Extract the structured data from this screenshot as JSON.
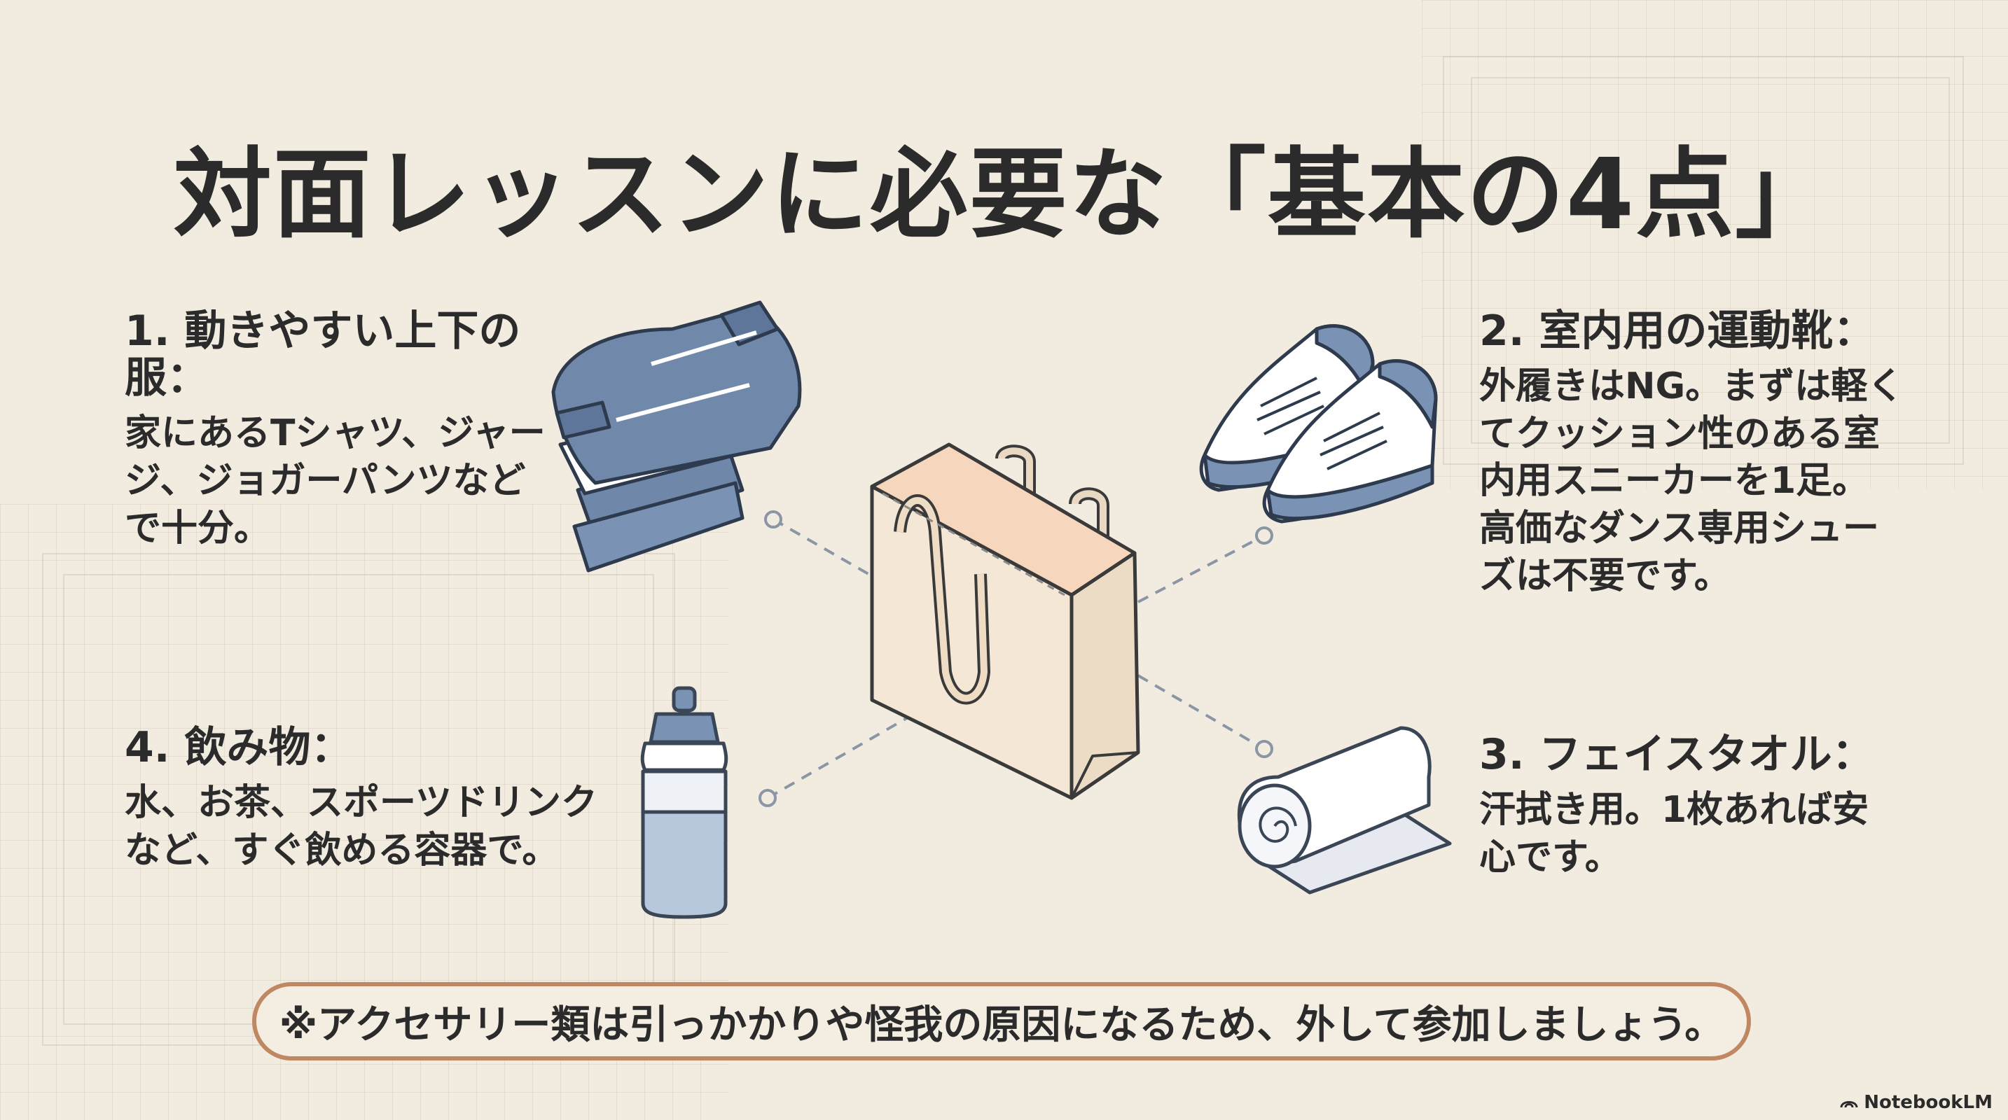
{
  "title": "対面レッスンに必要な「基本の4点」",
  "items": [
    {
      "heading": "1. 動きやすい上下の服：",
      "body": "家にあるTシャツ、ジャー\nジ、ジョガーパンツなど\nで十分。"
    },
    {
      "heading": "2. 室内用の運動靴：",
      "body": "外履きはNG。まずは軽く\nてクッション性のある室\n内用スニーカーを1足。\n高価なダンス専用シュー\nズは不要です。"
    },
    {
      "heading": "3. フェイスタオル：",
      "body": "汗拭き用。1枚あれば安\n心です。"
    },
    {
      "heading": "4. 飲み物：",
      "body": "水、お茶、スポーツドリンク\nなど、すぐ飲める容器で。"
    }
  ],
  "note": "※アクセサリー類は引っかかりや怪我の原因になるため、外して参加しましょう。",
  "brand": "NotebookLM",
  "icons": {
    "clothes": "clothes-icon",
    "bag": "tote-bag-icon",
    "shoes": "shoes-icon",
    "towel": "towel-icon",
    "bottle": "water-bottle-icon"
  },
  "colors": {
    "background": "#f2ebdf",
    "accent_blue": "#7088a8",
    "bag": "#f1e3cf",
    "note_border": "#c08862"
  }
}
